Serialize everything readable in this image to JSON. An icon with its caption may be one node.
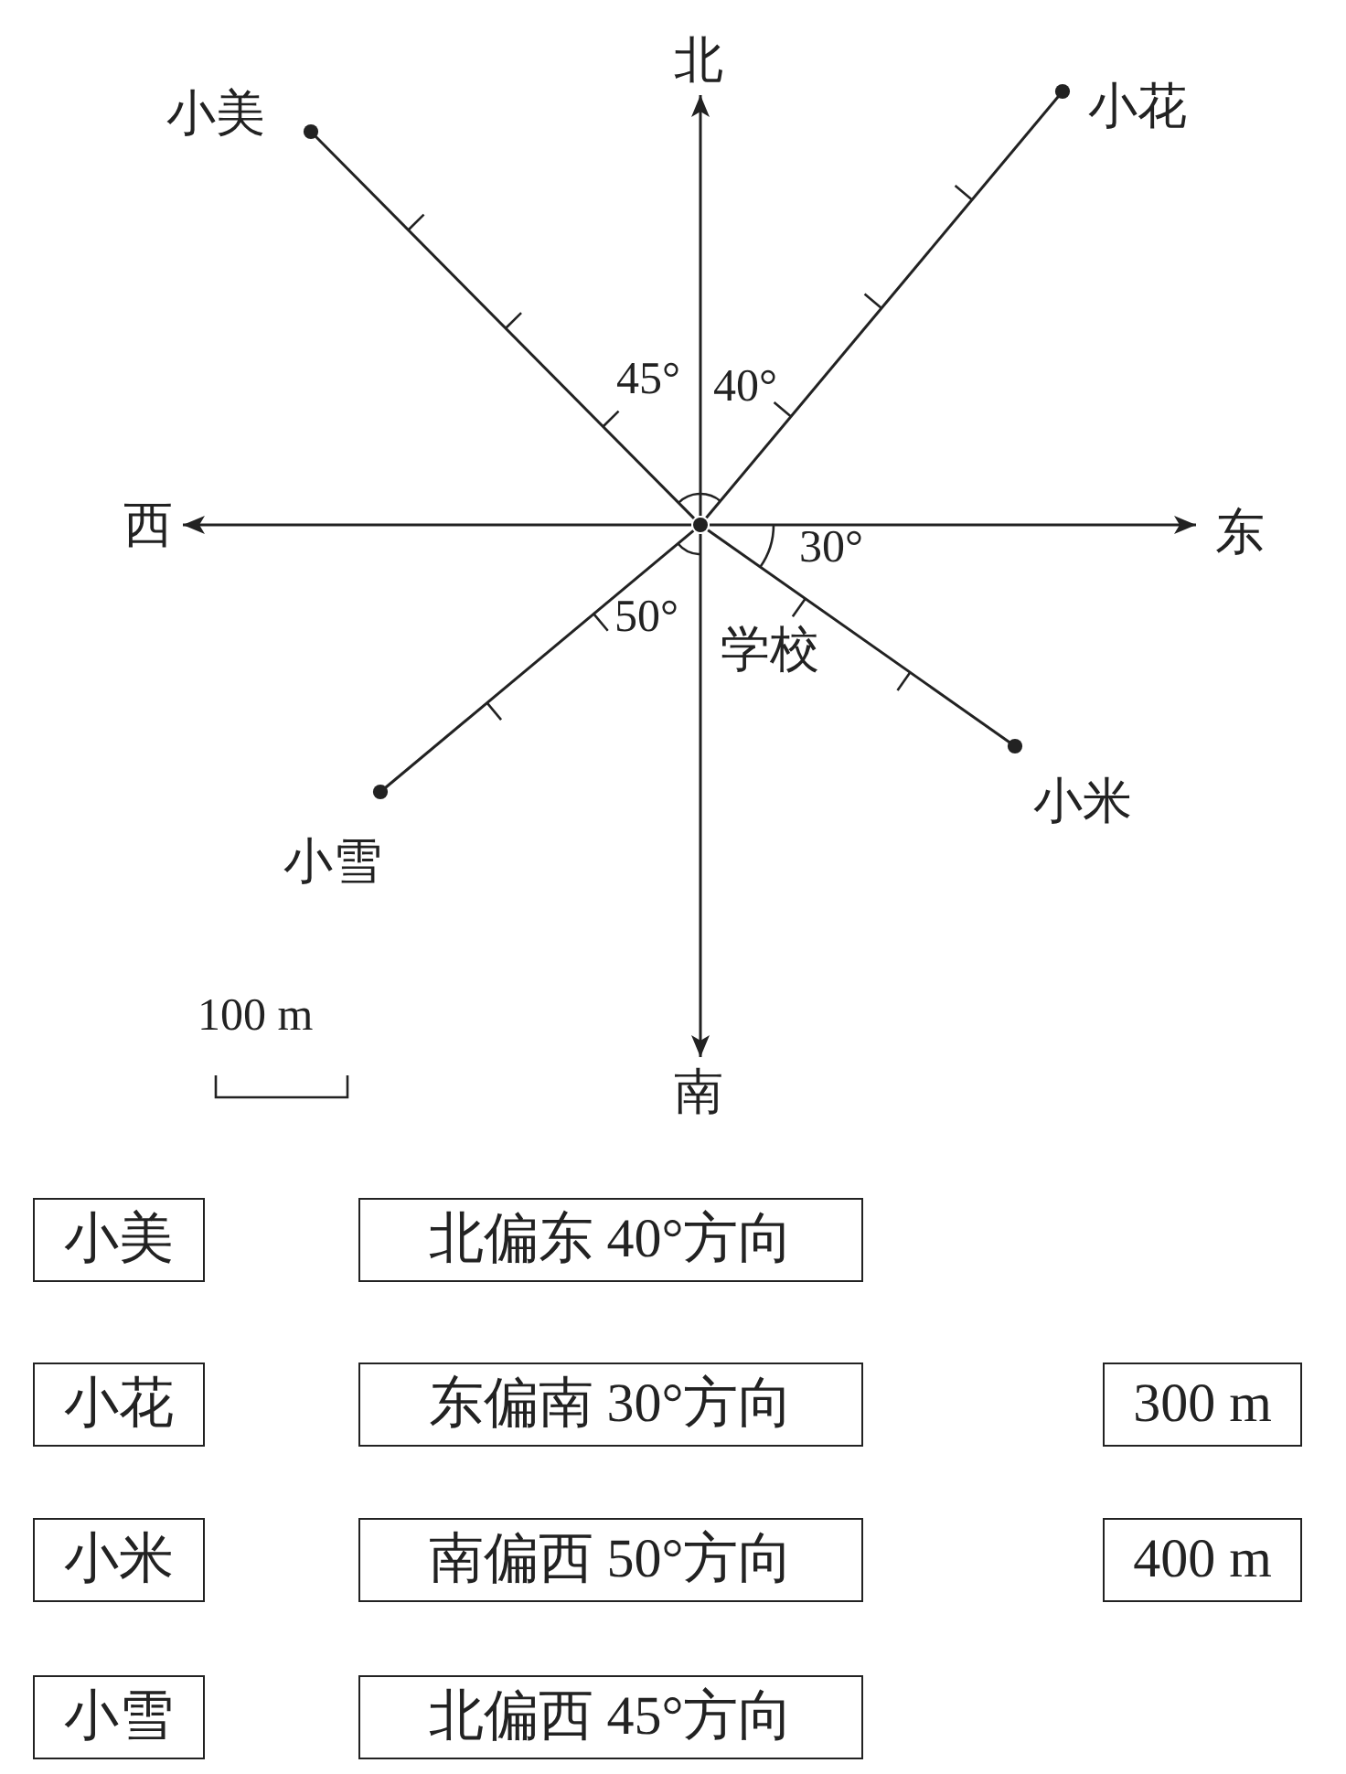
{
  "diagram": {
    "nodes": [
      {
        "text": [],
        "shape": "circle",
        "beside": [
          "学校"
        ]
      },
      {
        "text": [
          "北"
        ]
      },
      {
        "text": [
          "南"
        ]
      },
      {
        "text": [
          "西"
        ]
      },
      {
        "text": [
          "东"
        ]
      },
      {
        "text": [
          "小美"
        ]
      },
      {
        "text": [
          "小花"
        ]
      },
      {
        "text": [
          "小米"
        ]
      },
      {
        "text": [
          "小雪"
        ]
      },
      {
        "text": [
          "小美"
        ]
      },
      {
        "text": [
          "北偏东 40°方向"
        ]
      },
      {
        "text": [
          "小花"
        ]
      },
      {
        "text": [
          "东偏南 30°方向"
        ]
      },
      {
        "text": [
          "300 m"
        ]
      },
      {
        "text": [
          "小米"
        ]
      },
      {
        "text": [
          "南偏西 50°方向"
        ]
      },
      {
        "text": [
          "400 m"
        ]
      },
      {
        "text": [
          "小雪"
        ]
      },
      {
        "text": [
          "北偏西 45°方向"
        ]
      }
    ],
    "edges": [
      {
        "from": 0,
        "to": 1,
        "arrow": "to"
      },
      {
        "from": 0,
        "to": 2,
        "arrow": "to"
      },
      {
        "from": 0,
        "to": 3,
        "arrow": "to"
      },
      {
        "from": 0,
        "to": 4,
        "arrow": "to"
      },
      {
        "from": 0,
        "to": 5,
        "arrow": "other"
      },
      {
        "from": 0,
        "to": 6,
        "arrow": "other"
      },
      {
        "from": 0,
        "to": 7,
        "arrow": "other"
      },
      {
        "from": 0,
        "to": 8,
        "arrow": "other"
      }
    ],
    "labels": [
      "45°",
      "40°",
      "30°",
      "50°",
      "100 m"
    ]
  }
}
